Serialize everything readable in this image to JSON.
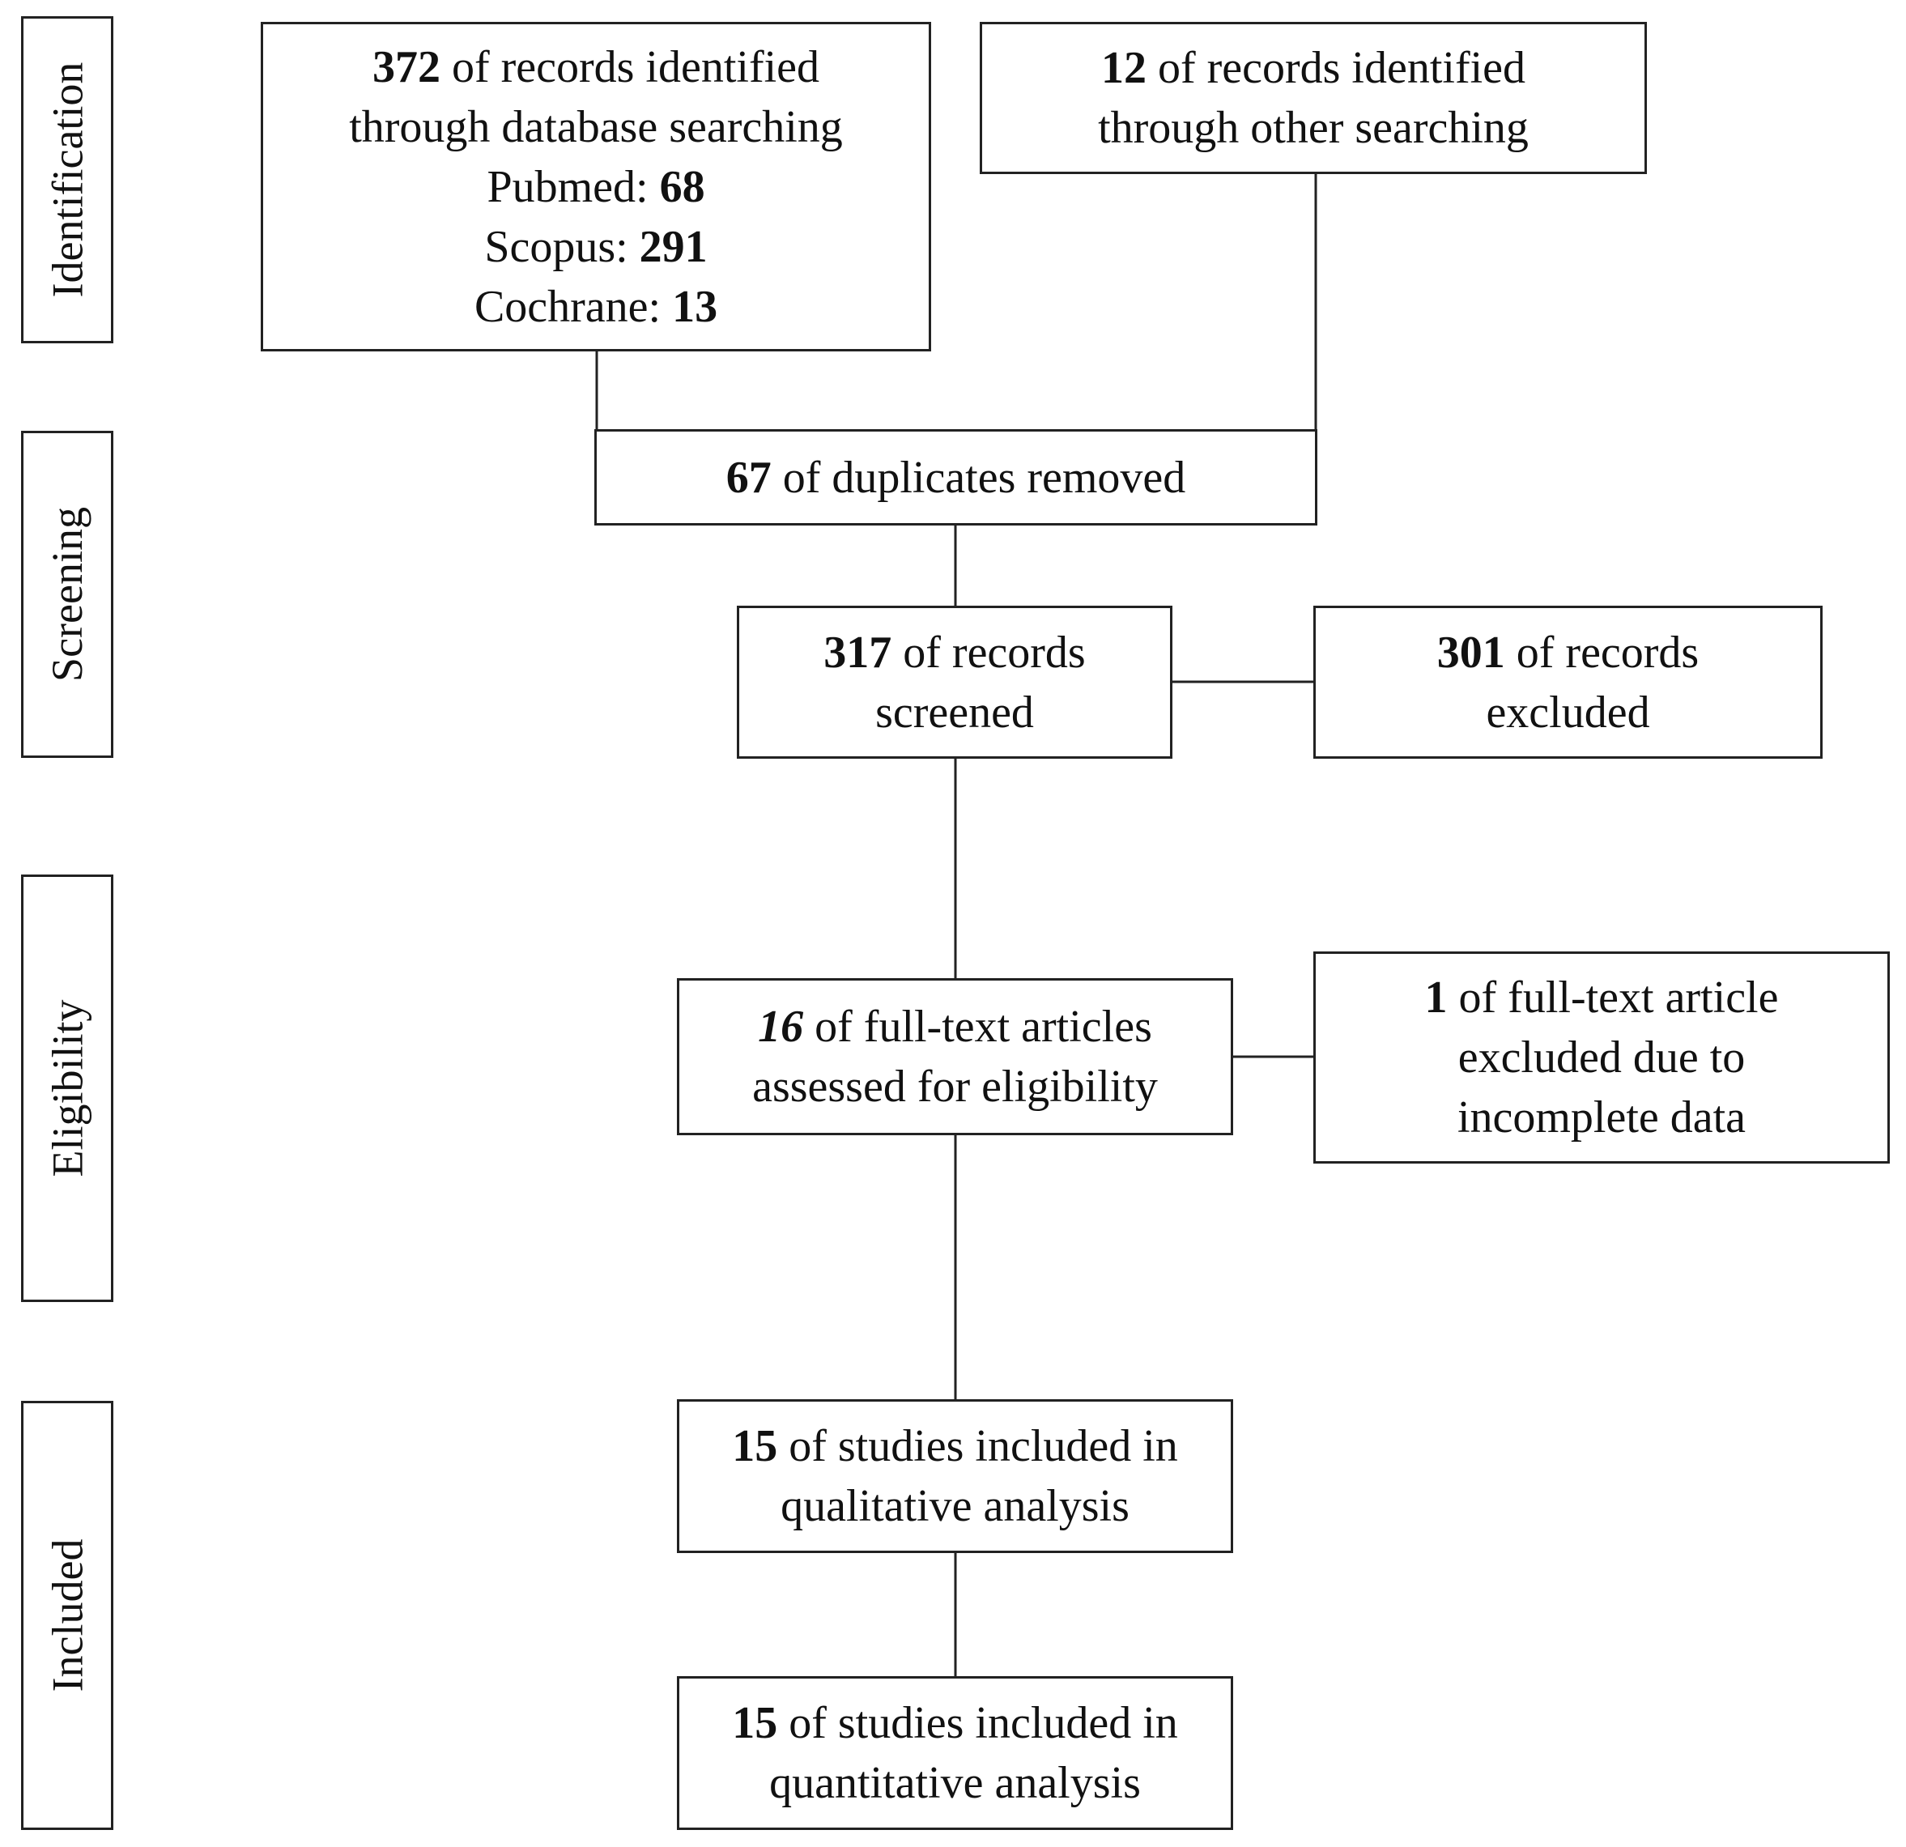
{
  "stages": {
    "identification": "Identification",
    "screening": "Screening",
    "eligibility": "Eligibility",
    "included": "Included"
  },
  "boxes": {
    "db_search": {
      "count": "372",
      "line1_rest": " of records identified",
      "line2": "through database searching",
      "pubmed_label": "Pubmed: ",
      "pubmed_count": "68",
      "scopus_label": "Scopus: ",
      "scopus_count": "291",
      "cochrane_label": "Cochrane: ",
      "cochrane_count": "13"
    },
    "other_search": {
      "count": "12",
      "line1_rest": " of records identified",
      "line2": "through other searching"
    },
    "duplicates": {
      "count": "67",
      "rest": " of duplicates removed"
    },
    "screened": {
      "count": "317",
      "line1_rest": " of records",
      "line2": "screened"
    },
    "excluded": {
      "count": "301",
      "line1_rest": " of records",
      "line2": "excluded"
    },
    "fulltext": {
      "count": "16",
      "line1_rest": " of full-text articles",
      "line2": "assessed for eligibility"
    },
    "fulltext_excluded": {
      "count": "1",
      "line1_rest": " of full-text article",
      "line2": "excluded due to",
      "line3": "incomplete data"
    },
    "qualitative": {
      "count": "15",
      "line1_rest": " of studies included in",
      "line2": "qualitative analysis"
    },
    "quantitative": {
      "count": "15",
      "line1_rest": " of studies included in",
      "line2": "quantitative analysis"
    }
  }
}
